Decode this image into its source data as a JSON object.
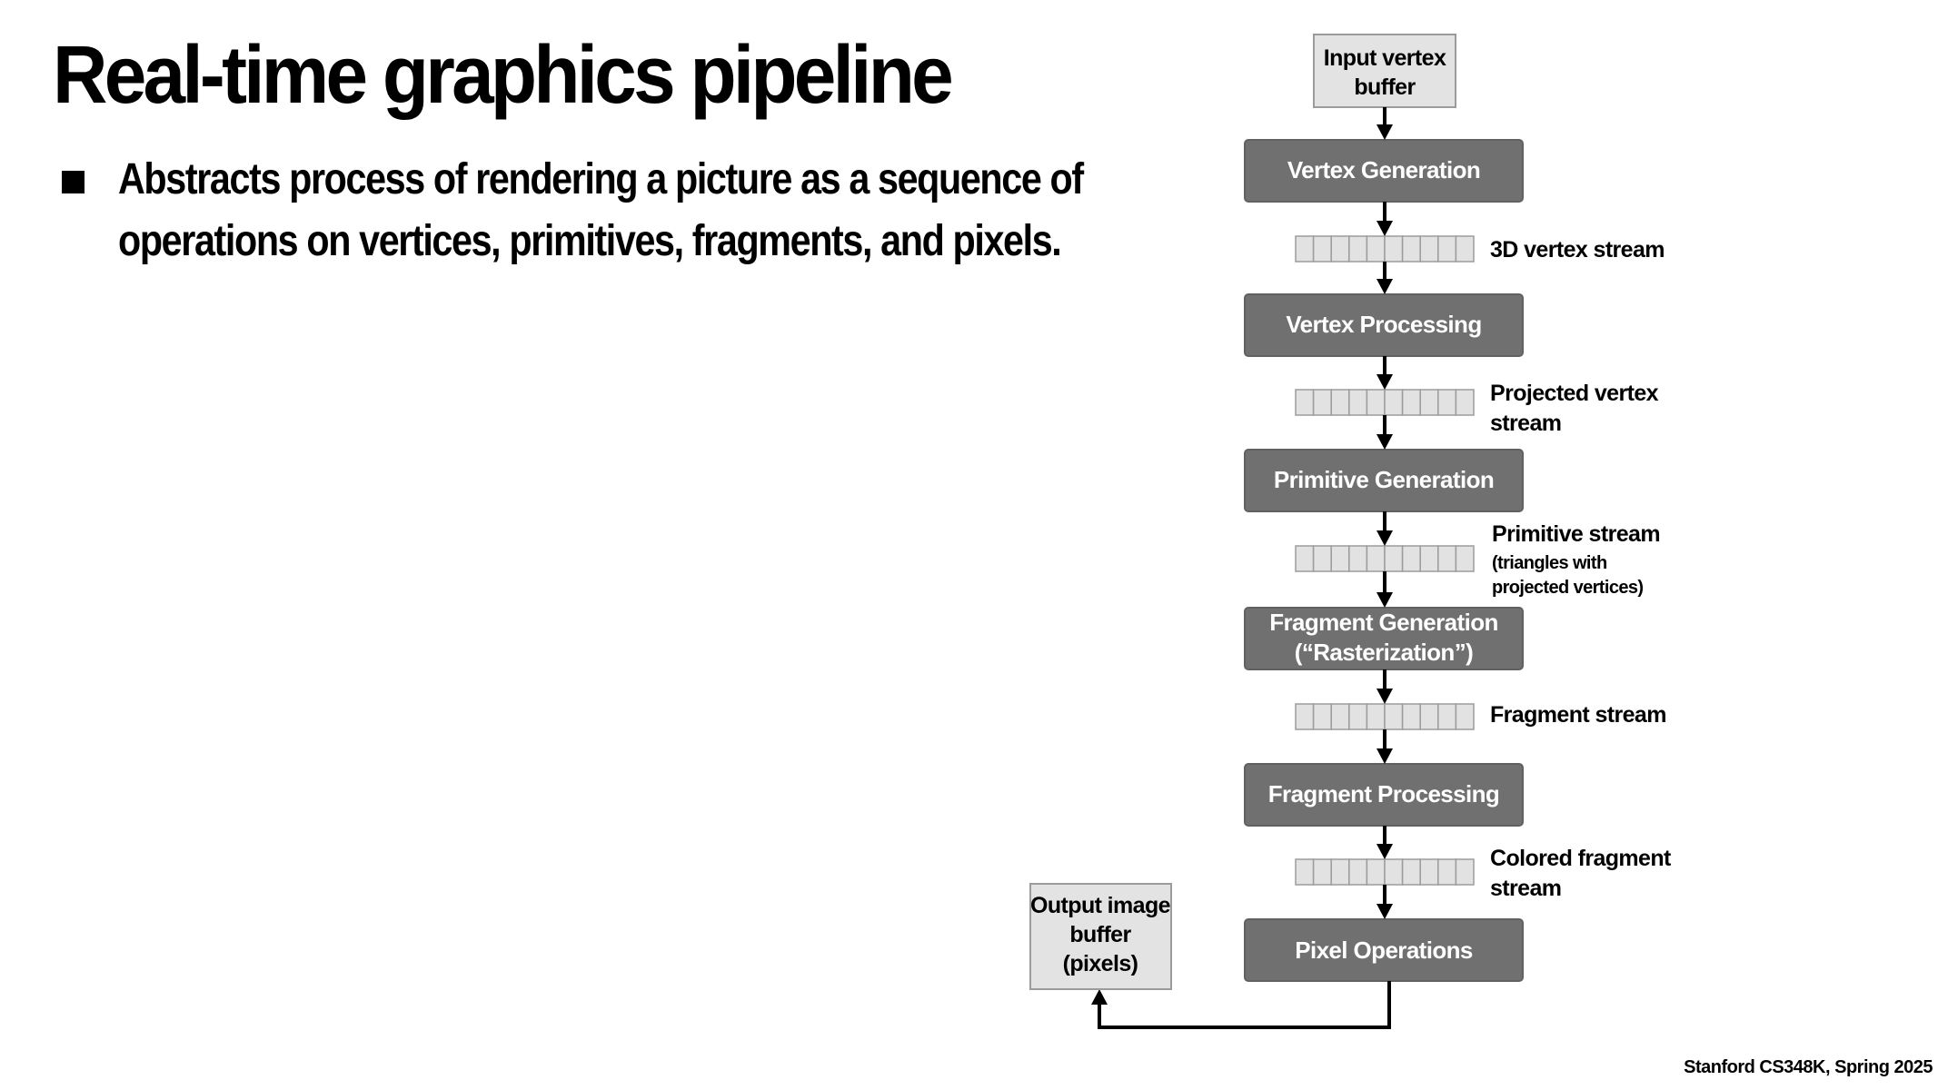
{
  "slide": {
    "title": "Real-time graphics pipeline",
    "bullet": {
      "line1": "Abstracts process of rendering a picture as a sequence of",
      "line2": "operations on vertices, primitives, fragments, and pixels."
    },
    "footer": "Stanford CS348K, Spring 2025"
  },
  "diagram": {
    "input_buffer": {
      "line1": "Input vertex",
      "line2": "buffer"
    },
    "stages": [
      {
        "line1": "Vertex Generation",
        "line2": ""
      },
      {
        "line1": "Vertex Processing",
        "line2": ""
      },
      {
        "line1": "Primitive Generation",
        "line2": ""
      },
      {
        "line1": "Fragment Generation",
        "line2": "(“Rasterization”)"
      },
      {
        "line1": "Fragment Processing",
        "line2": ""
      },
      {
        "line1": "Pixel Operations",
        "line2": ""
      }
    ],
    "streams": [
      {
        "line1": "3D vertex stream",
        "line2": "",
        "sub1": "",
        "sub2": ""
      },
      {
        "line1": "Projected vertex",
        "line2": "stream",
        "sub1": "",
        "sub2": ""
      },
      {
        "line1": "Primitive stream",
        "line2": "",
        "sub1": "(triangles with",
        "sub2": "projected vertices)"
      },
      {
        "line1": "Fragment stream",
        "line2": "",
        "sub1": "",
        "sub2": ""
      },
      {
        "line1": "Colored fragment",
        "line2": "stream",
        "sub1": "",
        "sub2": ""
      }
    ],
    "output_buffer": {
      "line1": "Output image",
      "line2": "buffer",
      "line3": "(pixels)"
    },
    "colors": {
      "stage_fill": "#707070",
      "buffer_fill": "#e3e3e3",
      "stream_cell_fill": "#e2e2e2"
    }
  }
}
